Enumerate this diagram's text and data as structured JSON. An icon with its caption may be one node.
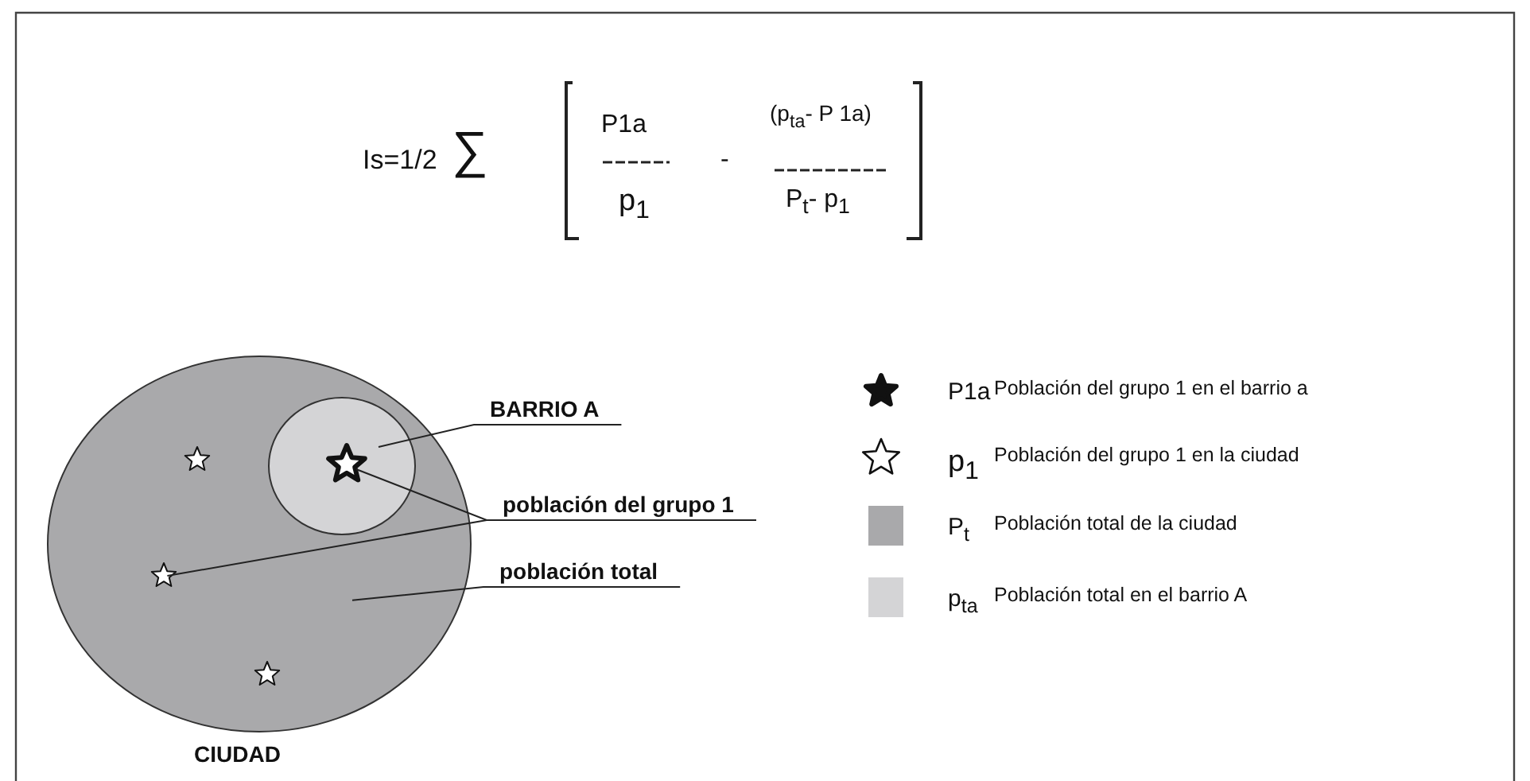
{
  "diagram": {
    "nodes": [
      {
        "text": [
          "CIUDAD"
        ]
      },
      {
        "text": [],
        "shape": "circle",
        "in": 0
      },
      {
        "text": [],
        "shape": "star",
        "in": 1
      },
      {
        "text": [],
        "shape": "star",
        "in": 0
      },
      {
        "text": [],
        "shape": "star",
        "in": 0
      },
      {
        "text": [],
        "shape": "star",
        "in": 0
      },
      {
        "text": [
          "BARRIO A"
        ]
      },
      {
        "text": [
          "población del grupo 1"
        ]
      },
      {
        "text": [
          "población total"
        ]
      }
    ],
    "edges": [
      {
        "from": 6,
        "to": 1,
        "arrow": "none"
      },
      {
        "from": 7,
        "to": 2,
        "arrow": "none"
      },
      {
        "from": 7,
        "to": 4,
        "arrow": "none"
      },
      {
        "from": 8,
        "to": 0,
        "arrow": "none"
      }
    ],
    "labels": [
      "Is=1/2",
      "∑",
      "P1a",
      "p$_{1}$",
      "-",
      "(p$_{ta}$- P 1a)",
      "P$_{t}$- p$_{1}$",
      "P1a",
      "p$_{1}$",
      "P$_{t}$",
      "p$_{ta}$"
    ],
    "legend": [
      {
        "text": "Población del grupo 1 en el barrio a"
      },
      {
        "text": "Población del grupo 1 en la ciudad"
      },
      {
        "text": "Población total de la ciudad",
        "color": "#a9a9ab"
      },
      {
        "text": "Población total en el barrio A",
        "color": "#d4d4d6"
      }
    ]
  }
}
